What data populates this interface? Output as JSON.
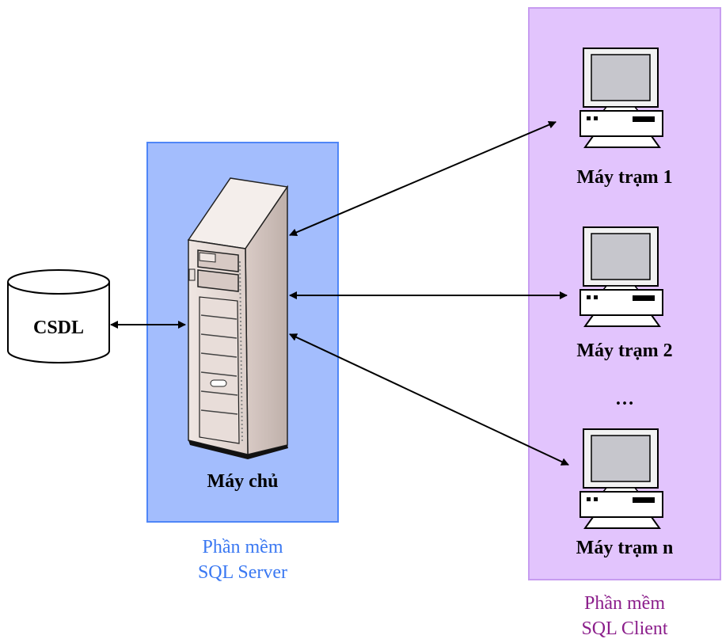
{
  "database": {
    "label": "CSDL"
  },
  "server": {
    "label": "Máy chủ",
    "software": [
      "Phần mềm",
      "SQL Server"
    ]
  },
  "clients": {
    "items": [
      {
        "label": "Máy trạm 1"
      },
      {
        "label": "Máy trạm 2"
      },
      {
        "label": "Máy trạm n"
      }
    ],
    "ellipsis": "…",
    "software": [
      "Phần mềm",
      "SQL Client"
    ]
  },
  "colors": {
    "server_panel": "#a3bdfd",
    "server_panel_border": "#4f86f7",
    "client_panel": "#e2c4fd",
    "client_panel_border": "#c79cf0",
    "server_caption": "#3a78f2",
    "client_caption": "#8b1e8b"
  }
}
